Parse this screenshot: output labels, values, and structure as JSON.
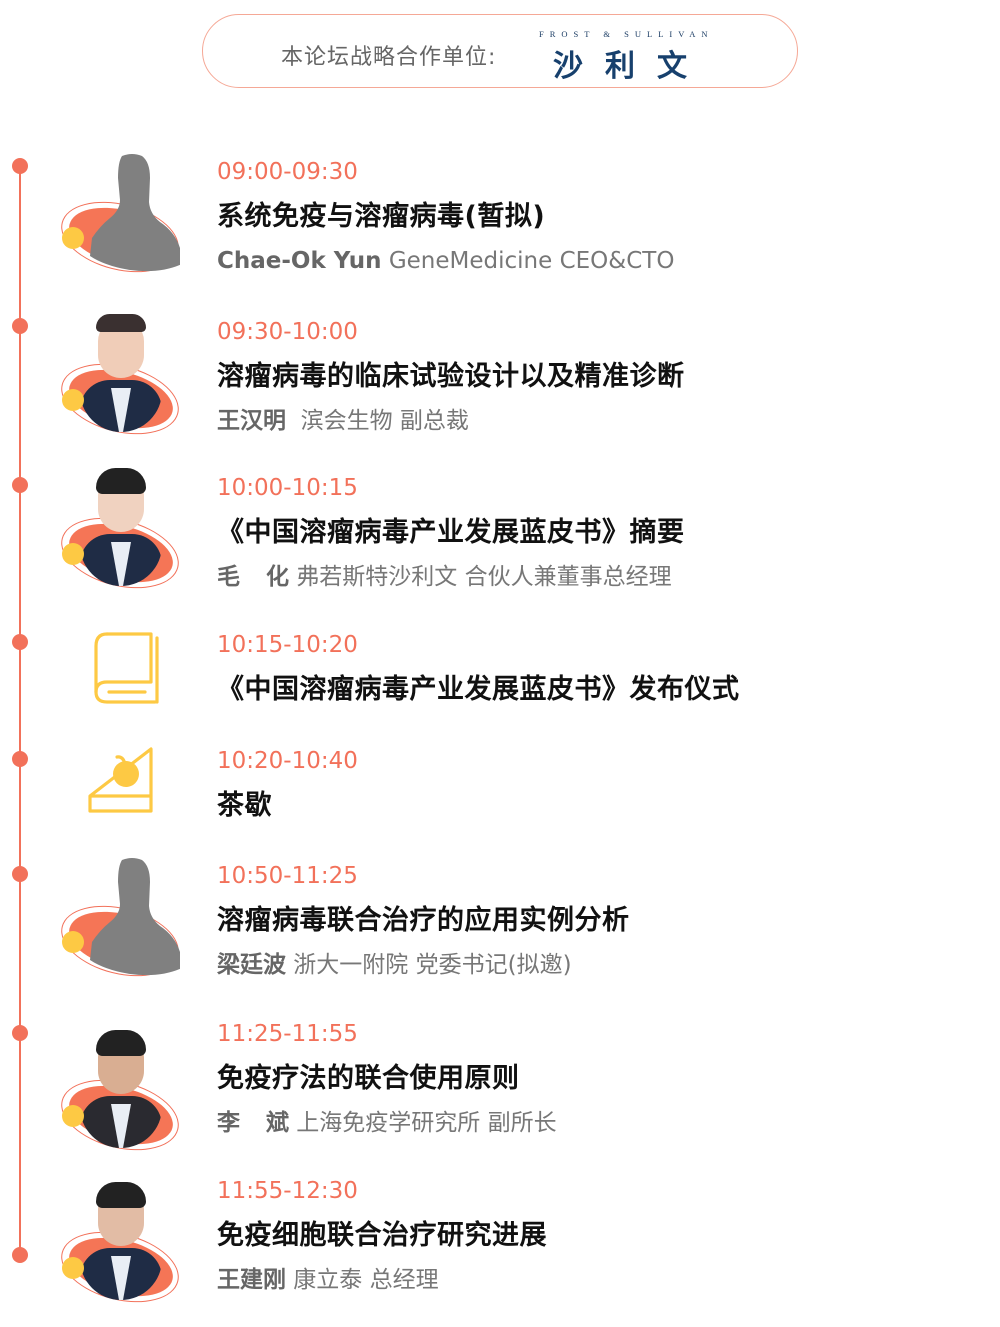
{
  "partner": {
    "label": "本论坛战略合作单位:",
    "logo_en": "FROST & SULLIVAN",
    "logo_cn": "沙利文"
  },
  "colors": {
    "accent": "#f2715a",
    "orbit_fill": "#f57556",
    "yellow": "#fdc944",
    "title": "#111111",
    "subtext": "#777777",
    "logo_blue": "#17406d"
  },
  "agenda": [
    {
      "time": "09:00-09:30",
      "title": "系统免疫与溶瘤病毒(暂拟)",
      "speaker_name": "Chae-Ok Yun",
      "speaker_role": " GeneMedicine CEO&CTO",
      "avatar": "silhouette"
    },
    {
      "time": "09:30-10:00",
      "title": "溶瘤病毒的临床试验设计以及精准诊断",
      "speaker_name": "王汉明",
      "speaker_role": "  滨会生物 副总裁",
      "avatar": "photo"
    },
    {
      "time": "10:00-10:15",
      "title": "《中国溶瘤病毒产业发展蓝皮书》摘要",
      "speaker_name": "毛化",
      "speaker_role": " 弗若斯特沙利文 合伙人兼董事总经理",
      "avatar": "photo"
    },
    {
      "time": "10:15-10:20",
      "title": "《中国溶瘤病毒产业发展蓝皮书》发布仪式",
      "avatar": "book-icon"
    },
    {
      "time": "10:20-10:40",
      "title": "茶歇",
      "avatar": "cake-icon"
    },
    {
      "time": "10:50-11:25",
      "title": "溶瘤病毒联合治疗的应用实例分析",
      "speaker_name": "梁廷波",
      "speaker_role": " 浙大一附院 党委书记(拟邀)",
      "avatar": "silhouette"
    },
    {
      "time": "11:25-11:55",
      "title": "免疫疗法的联合使用原则",
      "speaker_name": "李斌",
      "speaker_role": " 上海免疫学研究所 副所长",
      "avatar": "photo"
    },
    {
      "time": "11:55-12:30",
      "title": "免疫细胞联合治疗研究进展",
      "speaker_name": "王建刚",
      "speaker_role": " 康立泰 总经理",
      "avatar": "photo"
    }
  ]
}
